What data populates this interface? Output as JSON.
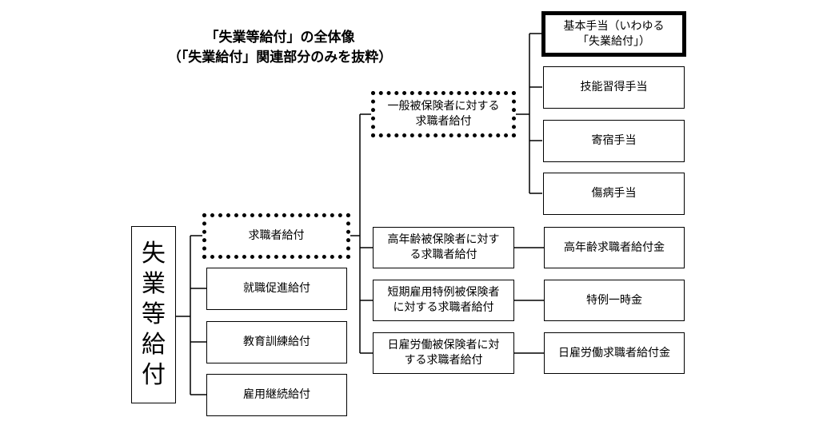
{
  "title": {
    "line1": "「失業等給付」の全体像",
    "line2": "（「失業給付」関連部分のみを抜粋）"
  },
  "root": {
    "chars": [
      "失",
      "業",
      "等",
      "給",
      "付"
    ]
  },
  "level1": {
    "kyushokusha": "求職者給付",
    "shushoku": "就職促進給付",
    "kyoiku": "教育訓練給付",
    "koyo_keizoku": "雇用継続給付"
  },
  "level2": {
    "ippan": {
      "line1": "一般被保険者に対する",
      "line2": "求職者給付"
    },
    "konenrei": {
      "line1": "高年齢被保険者に対す",
      "line2": "る求職者給付"
    },
    "tanki": {
      "line1": "短期雇用特例被保険者",
      "line2": "に対する求職者給付"
    },
    "hiyatoi": {
      "line1": "日雇労働被保険者に対",
      "line2": "する求職者給付"
    }
  },
  "level3": {
    "kihon": {
      "line1": "基本手当（いわゆる",
      "line2": "「失業給付」）"
    },
    "gino": "技能習得手当",
    "kishuku": "寄宿手当",
    "shobyo": "傷病手当",
    "konenrei_kin": "高年齢求職者給付金",
    "tokurei": "特例一時金",
    "hiyatoi_kin": "日雇労働求職者給付金"
  }
}
